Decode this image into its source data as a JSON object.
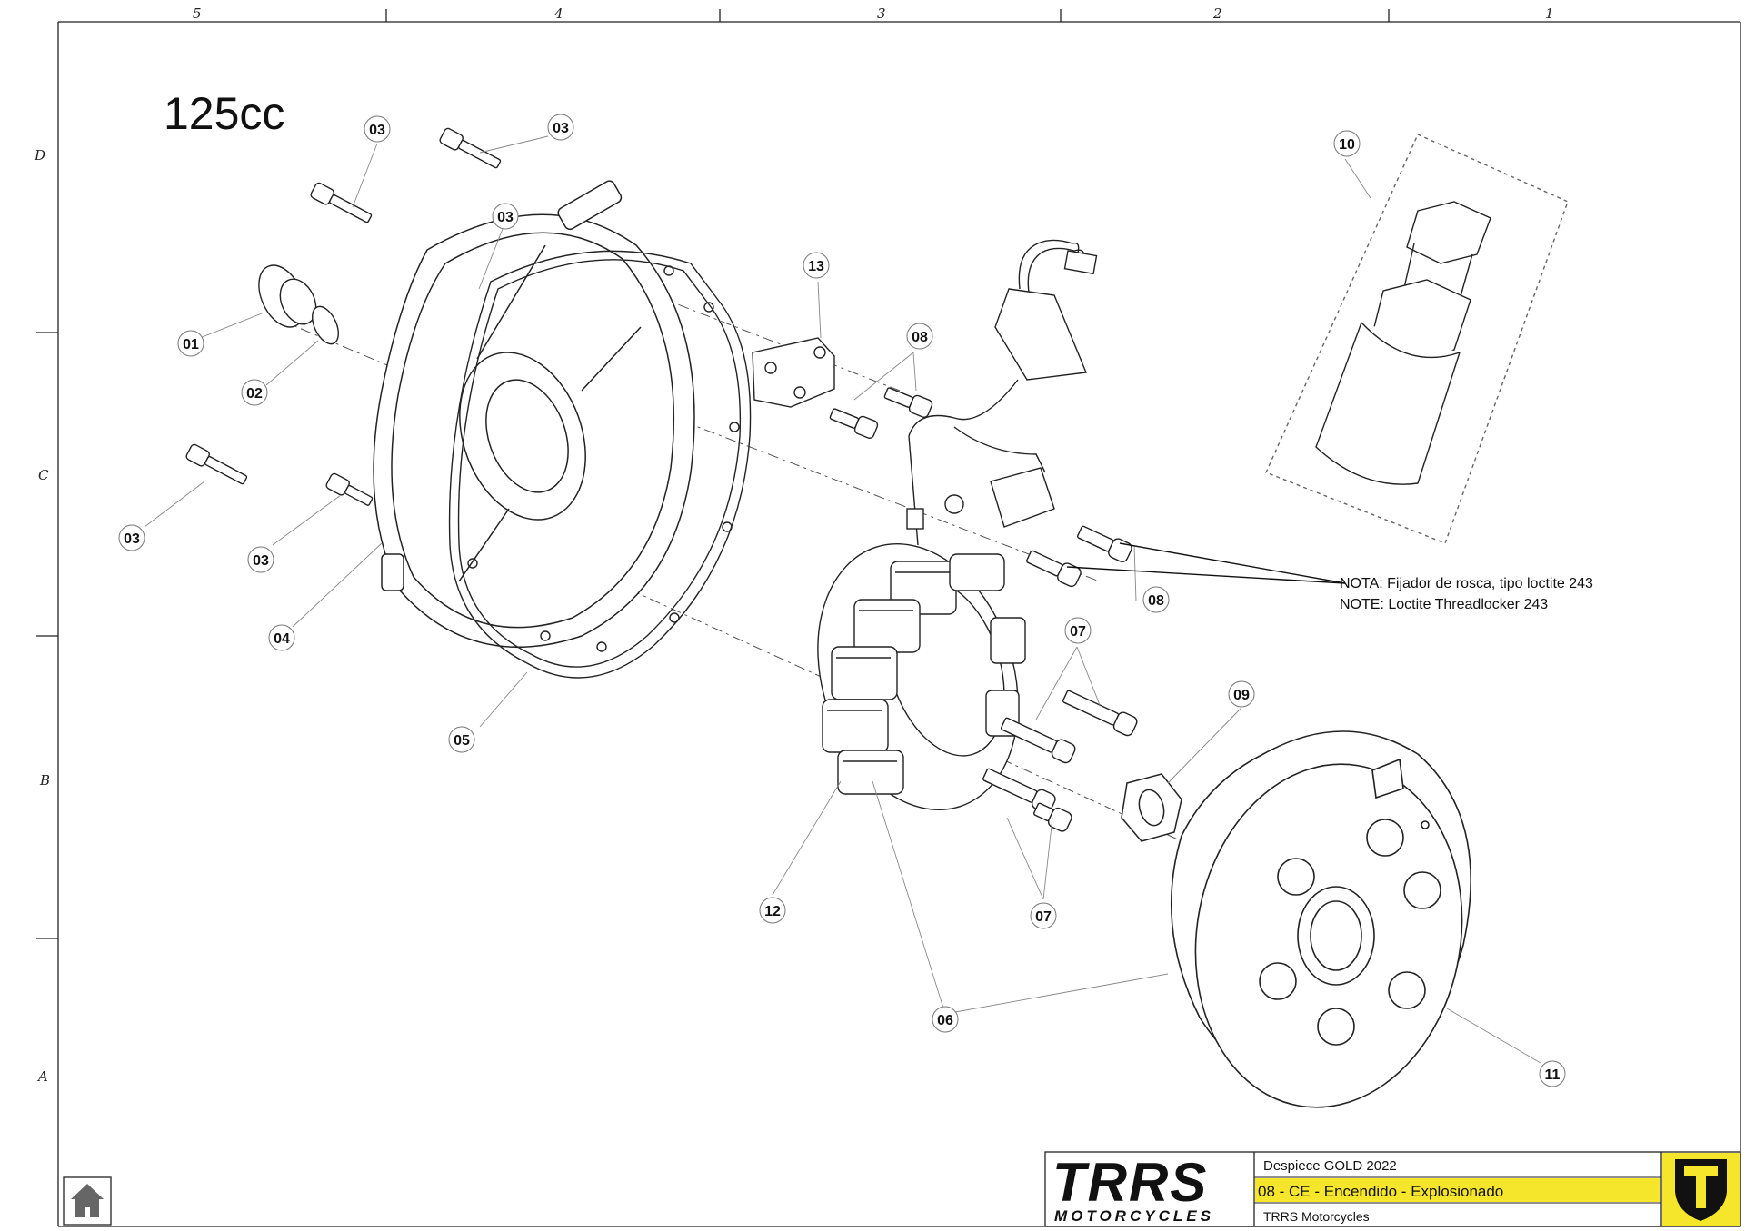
{
  "engine_label": "125cc",
  "zone_columns": [
    "5",
    "4",
    "3",
    "2",
    "1"
  ],
  "zone_rows": [
    "D",
    "C",
    "B",
    "A"
  ],
  "part_callouts": [
    {
      "id": "top-left-bolt",
      "num": "03"
    },
    {
      "id": "top-mid-bolt",
      "num": "03"
    },
    {
      "id": "cover-top-bolt",
      "num": "03"
    },
    {
      "id": "left-lower-bolt",
      "num": "03"
    },
    {
      "id": "mid-lower-bolt",
      "num": "03"
    },
    {
      "id": "plug",
      "num": "01"
    },
    {
      "id": "o-ring",
      "num": "02"
    },
    {
      "id": "cover",
      "num": "04"
    },
    {
      "id": "gasket",
      "num": "05"
    },
    {
      "id": "bracket",
      "num": "13"
    },
    {
      "id": "bracket-bolts",
      "num": "08"
    },
    {
      "id": "pickup-bolts",
      "num": "08"
    },
    {
      "id": "puller-tool",
      "num": "10"
    },
    {
      "id": "stator-bolts-upper",
      "num": "07"
    },
    {
      "id": "stator-bolts-lower",
      "num": "07"
    },
    {
      "id": "nut",
      "num": "09"
    },
    {
      "id": "stator",
      "num": "12"
    },
    {
      "id": "stator-kit",
      "num": "06"
    },
    {
      "id": "flywheel",
      "num": "11"
    }
  ],
  "note": {
    "line_es": "NOTA:  Fijador de rosca, tipo loctite 243",
    "line_en": "NOTE: Loctite Threadlocker 243"
  },
  "title_block": {
    "brand_main": "TRRS",
    "brand_sub": "MOTORCYCLES",
    "doc_title": "Despiece GOLD 2022",
    "section": "08 - CE - Encendido - Explosionado",
    "company": "TRRS Motorcycles",
    "accent_color": "#f5e62b"
  },
  "icons": {
    "home": "home-icon",
    "brand_emblem": "shield-logo-icon"
  }
}
